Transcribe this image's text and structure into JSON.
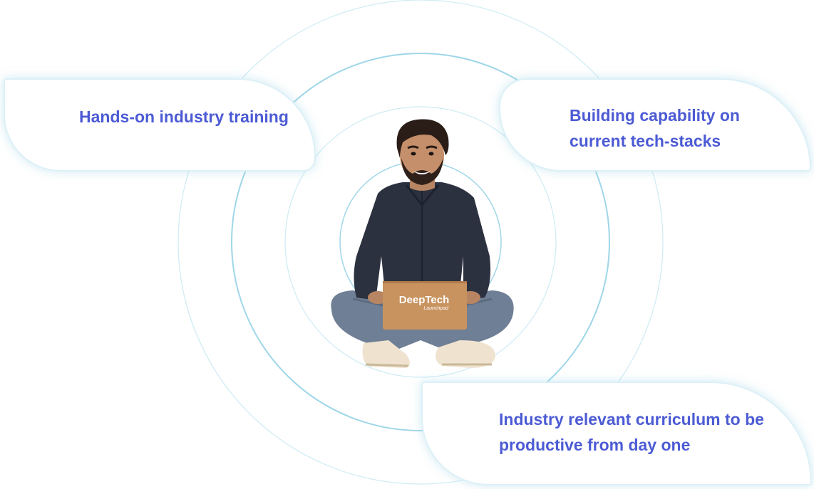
{
  "cards": {
    "left": {
      "text": "Hands-on industry training"
    },
    "right": {
      "text": "Building capability on current tech-stacks"
    },
    "bottom": {
      "text": "Industry relevant curriculum to be productive from day one"
    }
  },
  "laptop": {
    "brand": "DeepTech",
    "subtitle": "Launchpad"
  },
  "colors": {
    "accent_text": "#4c5bd4",
    "ring": "#9fd6e8",
    "card_border": "#dcf0f7"
  }
}
